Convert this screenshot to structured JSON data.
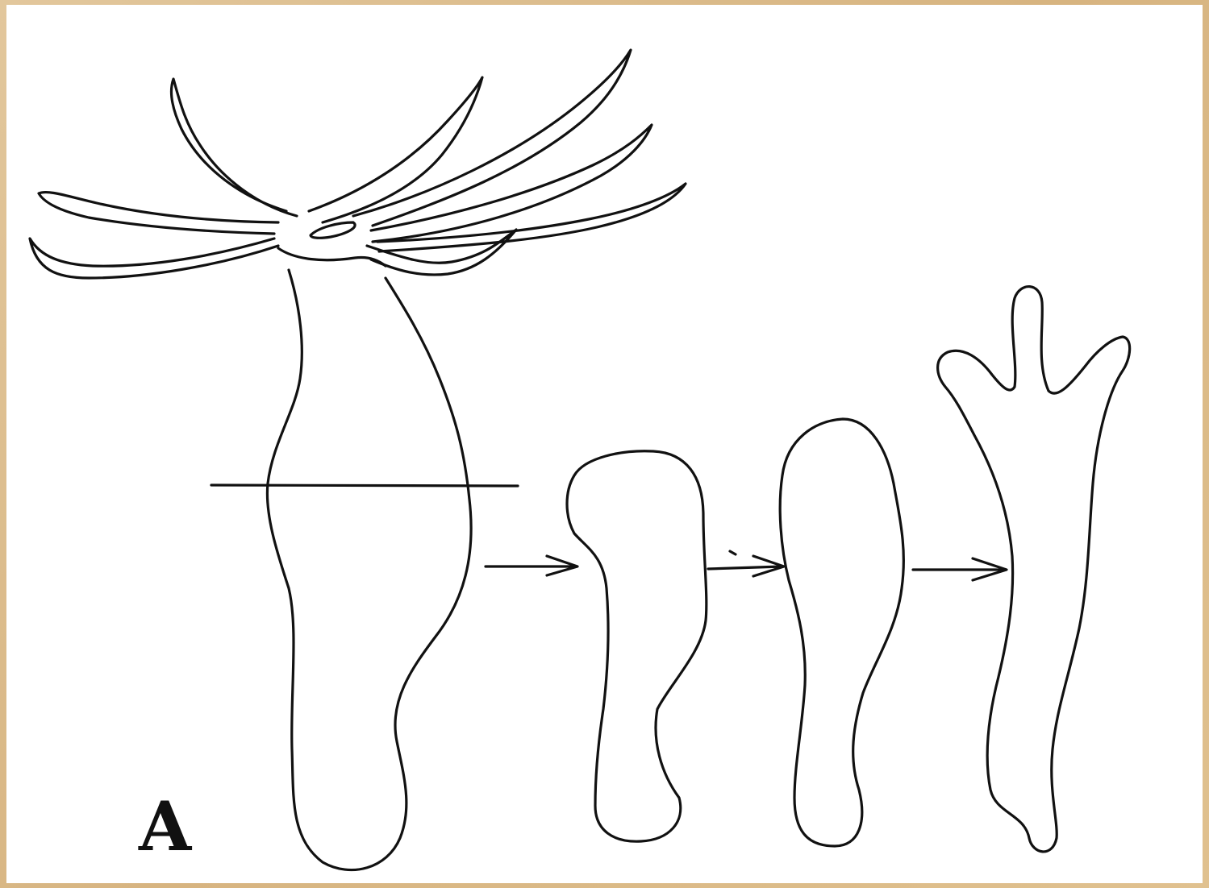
{
  "figure": {
    "panel_label": "A",
    "colors": {
      "ink": "#111111",
      "paper": "#ffffff",
      "frame": "#d9b98a"
    },
    "stages": [
      {
        "id": "intact-hydra",
        "description_icon": "hydra-polyp"
      },
      {
        "id": "regenerating-fragment-1",
        "description_icon": "body-fragment"
      },
      {
        "id": "regenerating-fragment-2",
        "description_icon": "body-fragment"
      },
      {
        "id": "regenerated-hydra",
        "description_icon": "hydra-with-tentacle-buds"
      }
    ],
    "arrows": 3,
    "cut_line": true
  }
}
